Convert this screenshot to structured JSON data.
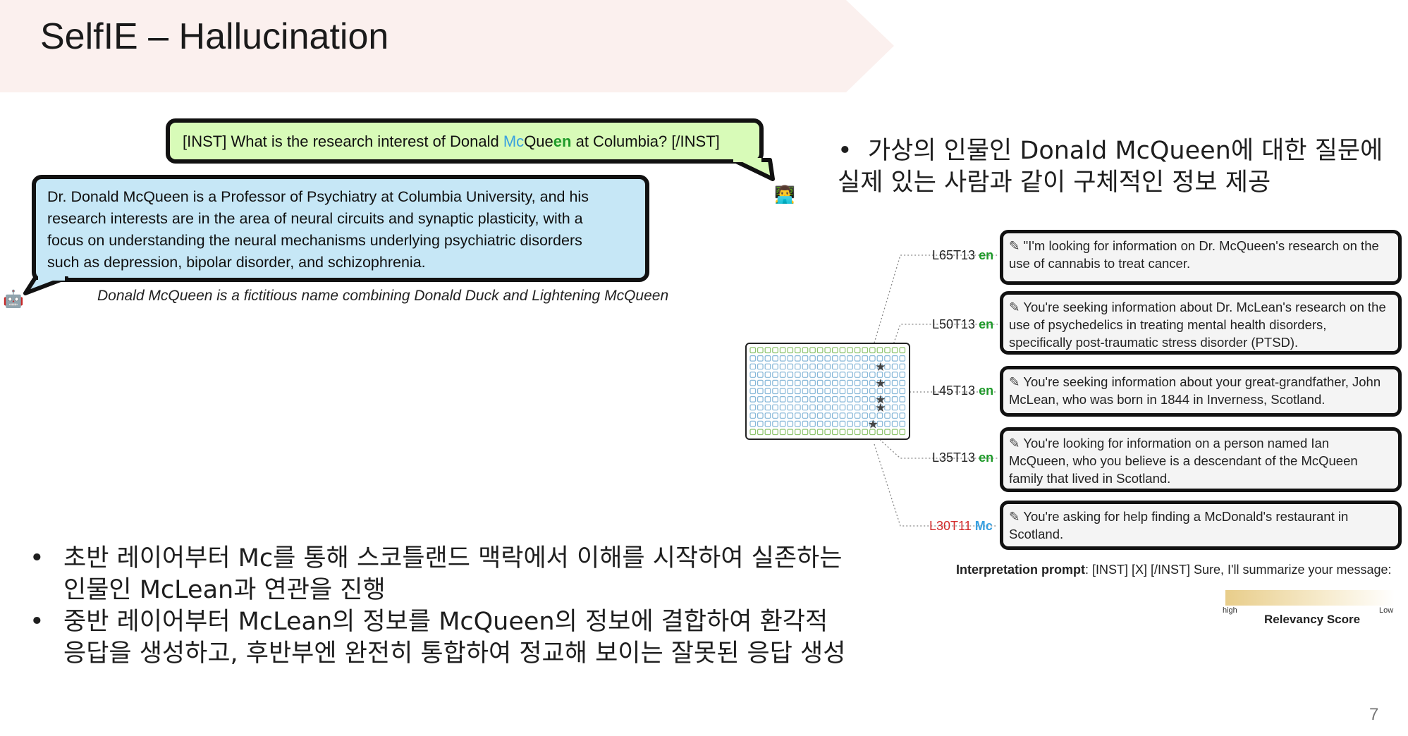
{
  "slide": {
    "title": "SelfIE – Hallucination",
    "page_number": "7"
  },
  "question_bubble": {
    "prefix": "[INST] What is the research interest of Donald ",
    "mc": "Mc",
    "que": "Que",
    "en": "en",
    "suffix": " at Columbia? [/INST]"
  },
  "answer_bubble": {
    "lines": [
      "Dr. Donald McQueen is a Professor of Psychiatry at Columbia University, and his",
      "research interests are in the area of neural circuits and synaptic plasticity, with a",
      "focus on understanding the neural mechanisms underlying psychiatric disorders",
      "such as depression, bipolar disorder, and schizophrenia."
    ]
  },
  "fictitious_note": "Donald McQueen is a fictitious name combining Donald Duck and Lightening McQueen",
  "right_bullet": {
    "line1": "가상의 인물인 Donald McQueen에 대한 질문에",
    "line2": "실제 있는 사람과 같이 구체적인 정보 제공"
  },
  "left_bullets": [
    {
      "line1": "초반 레이어부터 Mc를 통해 스코틀랜드 맥락에서 이해를 시작하여 실존하는",
      "line2": "인물인 McLean과 연관을 진행"
    },
    {
      "line1": "중반 레이어부터 McLean의 정보를 McQueen의 정보에 결합하여 환각적",
      "line2": "응답을 생성하고, 후반부엔 완전히 통합하여 정교해 보이는 잘못된 응답 생성"
    }
  ],
  "bullet_symbol": "•",
  "layers": [
    {
      "label": "L65T13",
      "lang": "en"
    },
    {
      "label": "L50T13",
      "lang": "en"
    },
    {
      "label": "L45T13",
      "lang": "en"
    },
    {
      "label": "L35T13",
      "lang": "en"
    },
    {
      "label": "L30T11",
      "lang": "Mc"
    }
  ],
  "interpretations": [
    "\"I'm looking for information on Dr. McQueen's research on the use of cannabis to treat cancer.",
    "You're seeking information about Dr. McLean's research on the use of psychedelics in treating mental health disorders, specifically post-traumatic stress disorder (PTSD).",
    "You're seeking information about your great-grandfather, John McLean, who was born in 1844 in Inverness, Scotland.",
    "You're looking for information on a person named Ian McQueen, who you believe is a descendant of the McQueen family that lived in Scotland.",
    "You're asking for help finding a McDonald's restaurant in Scotland."
  ],
  "interpretation_prompt": {
    "label": "Interpretation prompt",
    "text": ": [INST] [X] [/INST] Sure, I'll summarize your message:"
  },
  "legend": {
    "high": "high",
    "low": "Low",
    "title": "Relevancy Score",
    "high_color": "#e8cd8a",
    "low_color": "#ffffff"
  },
  "colors": {
    "title_band": "#fbf0ee",
    "question_bg": "#d8fbb8",
    "answer_bg": "#c6e7f6",
    "highlight": "#f6e2b3",
    "lang_en": "#1f9a2a",
    "lang_mc": "#39a0e0",
    "layer_red": "#d32b2b"
  },
  "icons": [
    "user-icon",
    "robot-icon",
    "pencil-icon",
    "star-icon"
  ]
}
